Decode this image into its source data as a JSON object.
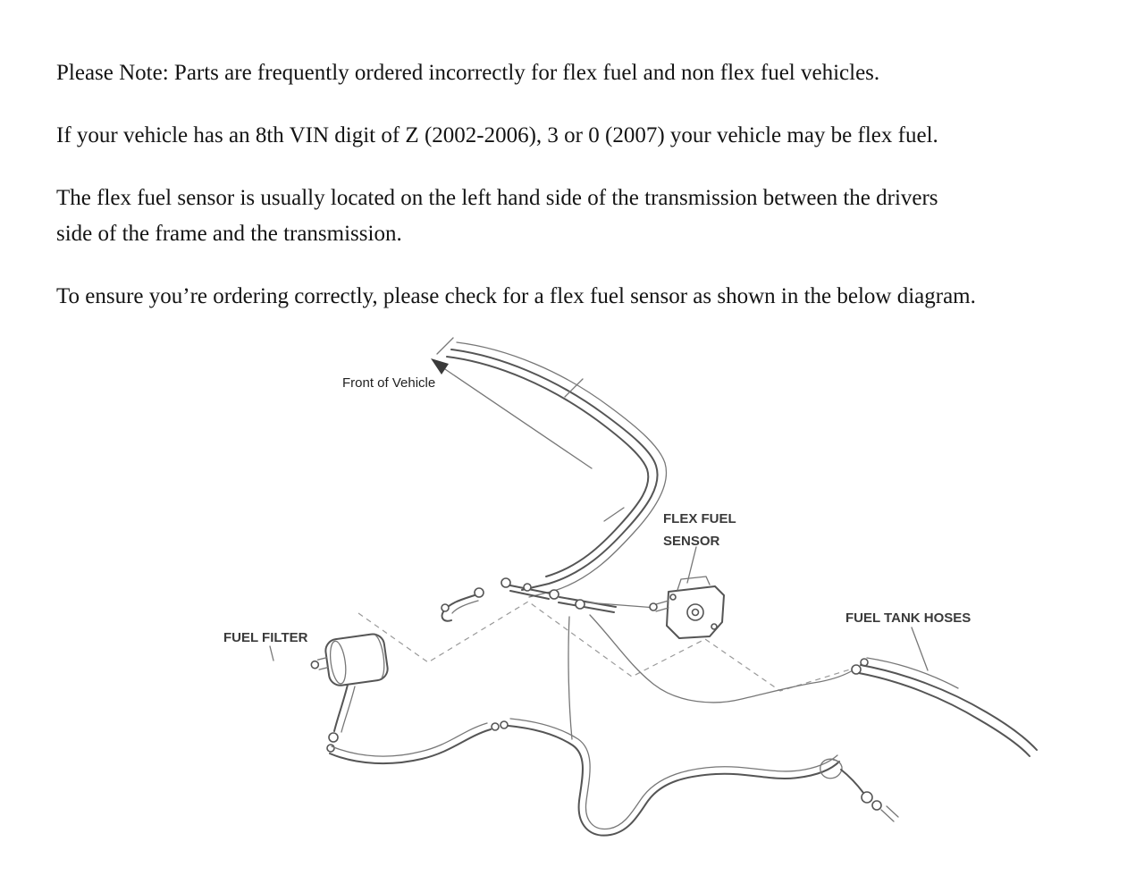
{
  "document": {
    "p1": "Please Note: Parts are frequently ordered incorrectly for flex fuel and non flex fuel vehicles.",
    "p2": "If your vehicle has an 8th VIN digit of Z (2002-2006), 3 or 0 (2007) your vehicle may be flex fuel.",
    "p3_line1": "The flex fuel sensor is usually located on the left hand side of the transmission between the drivers",
    "p3_line2": "side of the frame and the transmission.",
    "p4": "To ensure you’re ordering correctly, please check for a flex fuel sensor as shown in the below diagram."
  },
  "diagram": {
    "labels": {
      "front_of_vehicle": "Front of Vehicle",
      "flex_fuel_line1": "FLEX FUEL",
      "flex_fuel_line2": "SENSOR",
      "fuel_filter": "FUEL FILTER",
      "fuel_tank_hoses": "FUEL TANK HOSES"
    },
    "colors": {
      "line_art": "#555555",
      "thin_line": "#777777",
      "dashed_frame": "#999999",
      "label_text": "#3a3a3a",
      "body_text": "#141414",
      "background": "#ffffff"
    }
  }
}
